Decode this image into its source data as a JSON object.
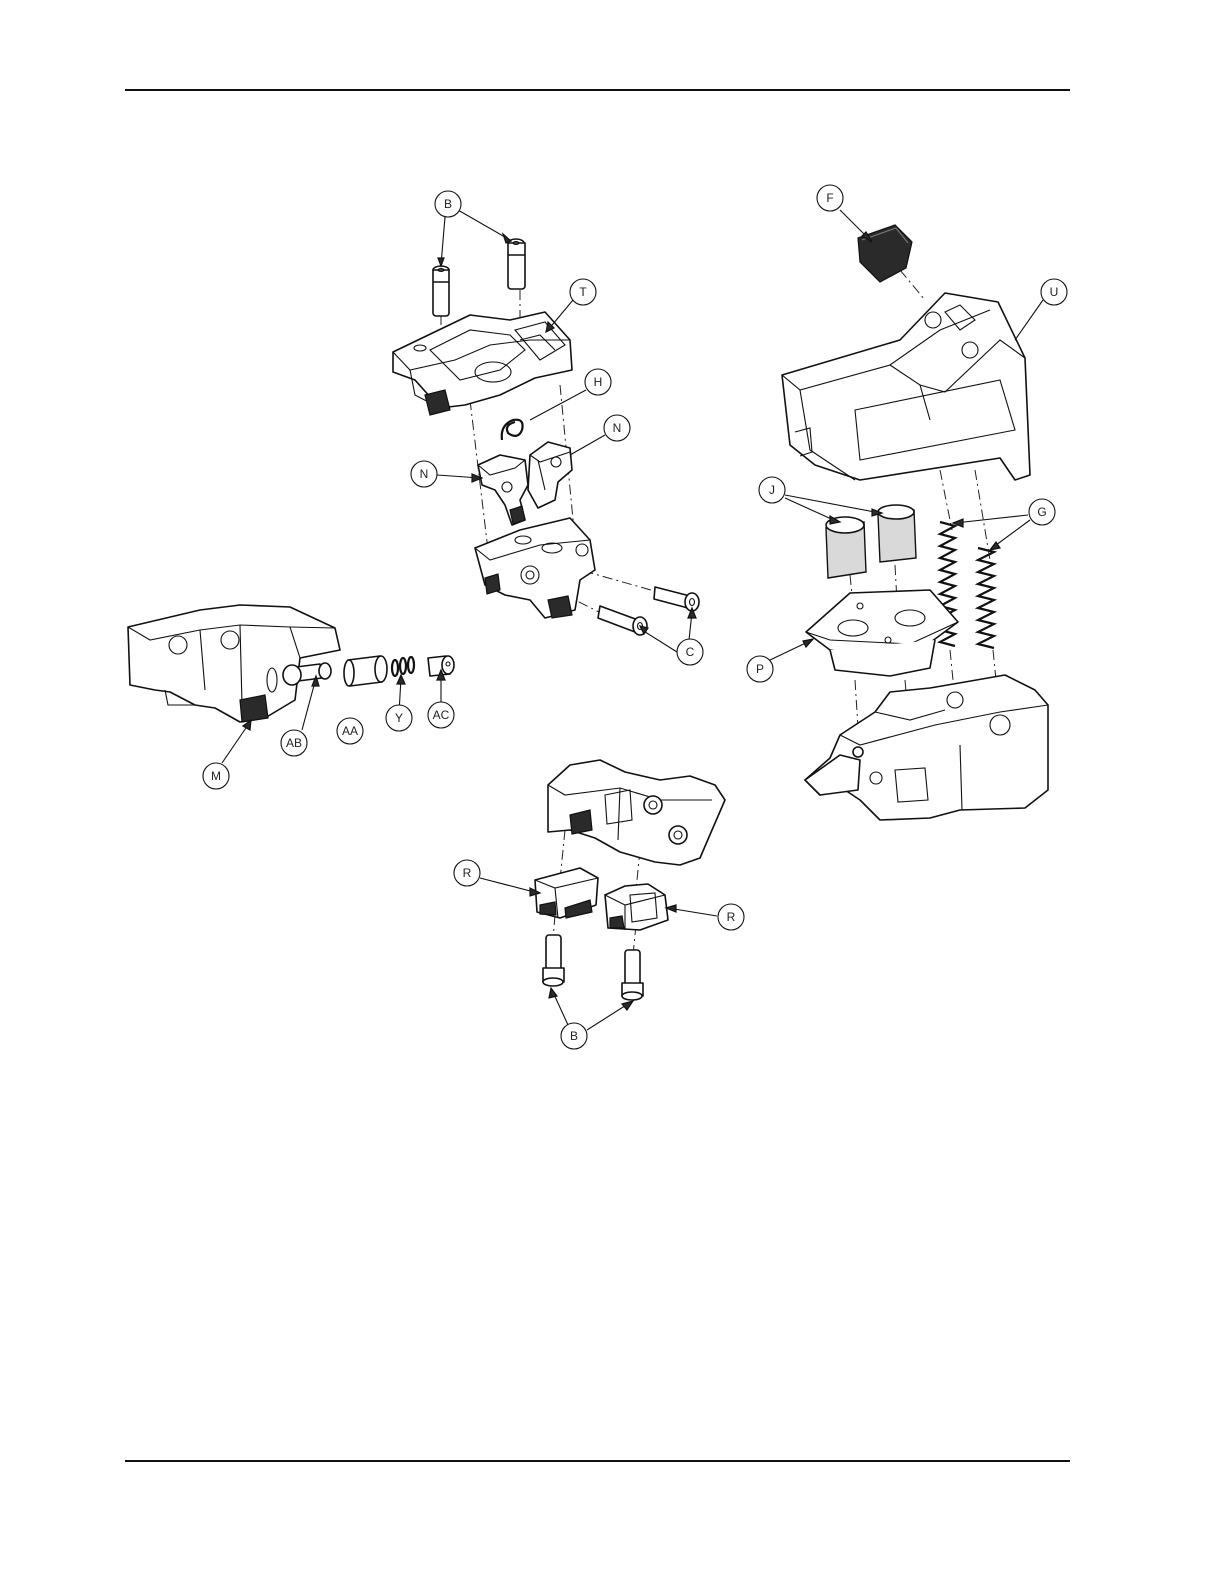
{
  "callouts": {
    "b_top": "B",
    "t": "T",
    "h": "H",
    "n_right": "N",
    "n_left": "N",
    "c": "C",
    "m": "M",
    "ab": "AB",
    "aa": "AA",
    "y": "Y",
    "ac": "AC",
    "f": "F",
    "u": "U",
    "j": "J",
    "g": "G",
    "p": "P",
    "r_left": "R",
    "r_right": "R",
    "b_bottom": "B"
  }
}
